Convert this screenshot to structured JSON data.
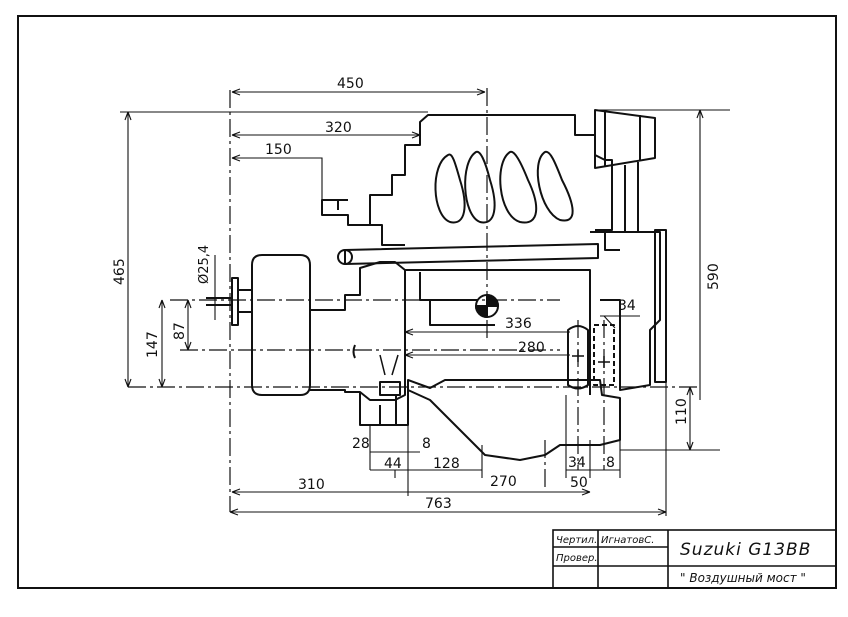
{
  "dimensions": {
    "d450": "450",
    "d320": "320",
    "d150": "150",
    "d465": "465",
    "d590": "590",
    "d25_4": "Ø25,4",
    "d147": "147",
    "d87": "87",
    "d336": "336",
    "d280": "280",
    "d34_top": "34",
    "d110": "110",
    "d28": "28",
    "d8_left": "8",
    "d44": "44",
    "d128": "128",
    "d34_bottom": "34",
    "d8_right": "8",
    "d310": "310",
    "d270": "270",
    "d50": "50",
    "d763": "763"
  },
  "title_block": {
    "drawn_label": "Чертил.",
    "drawn_name": "ИгнатовС.",
    "checked_label": "Провер.",
    "model": "Suzuki G13BB",
    "subtitle": "\" Воздушный мост \""
  }
}
